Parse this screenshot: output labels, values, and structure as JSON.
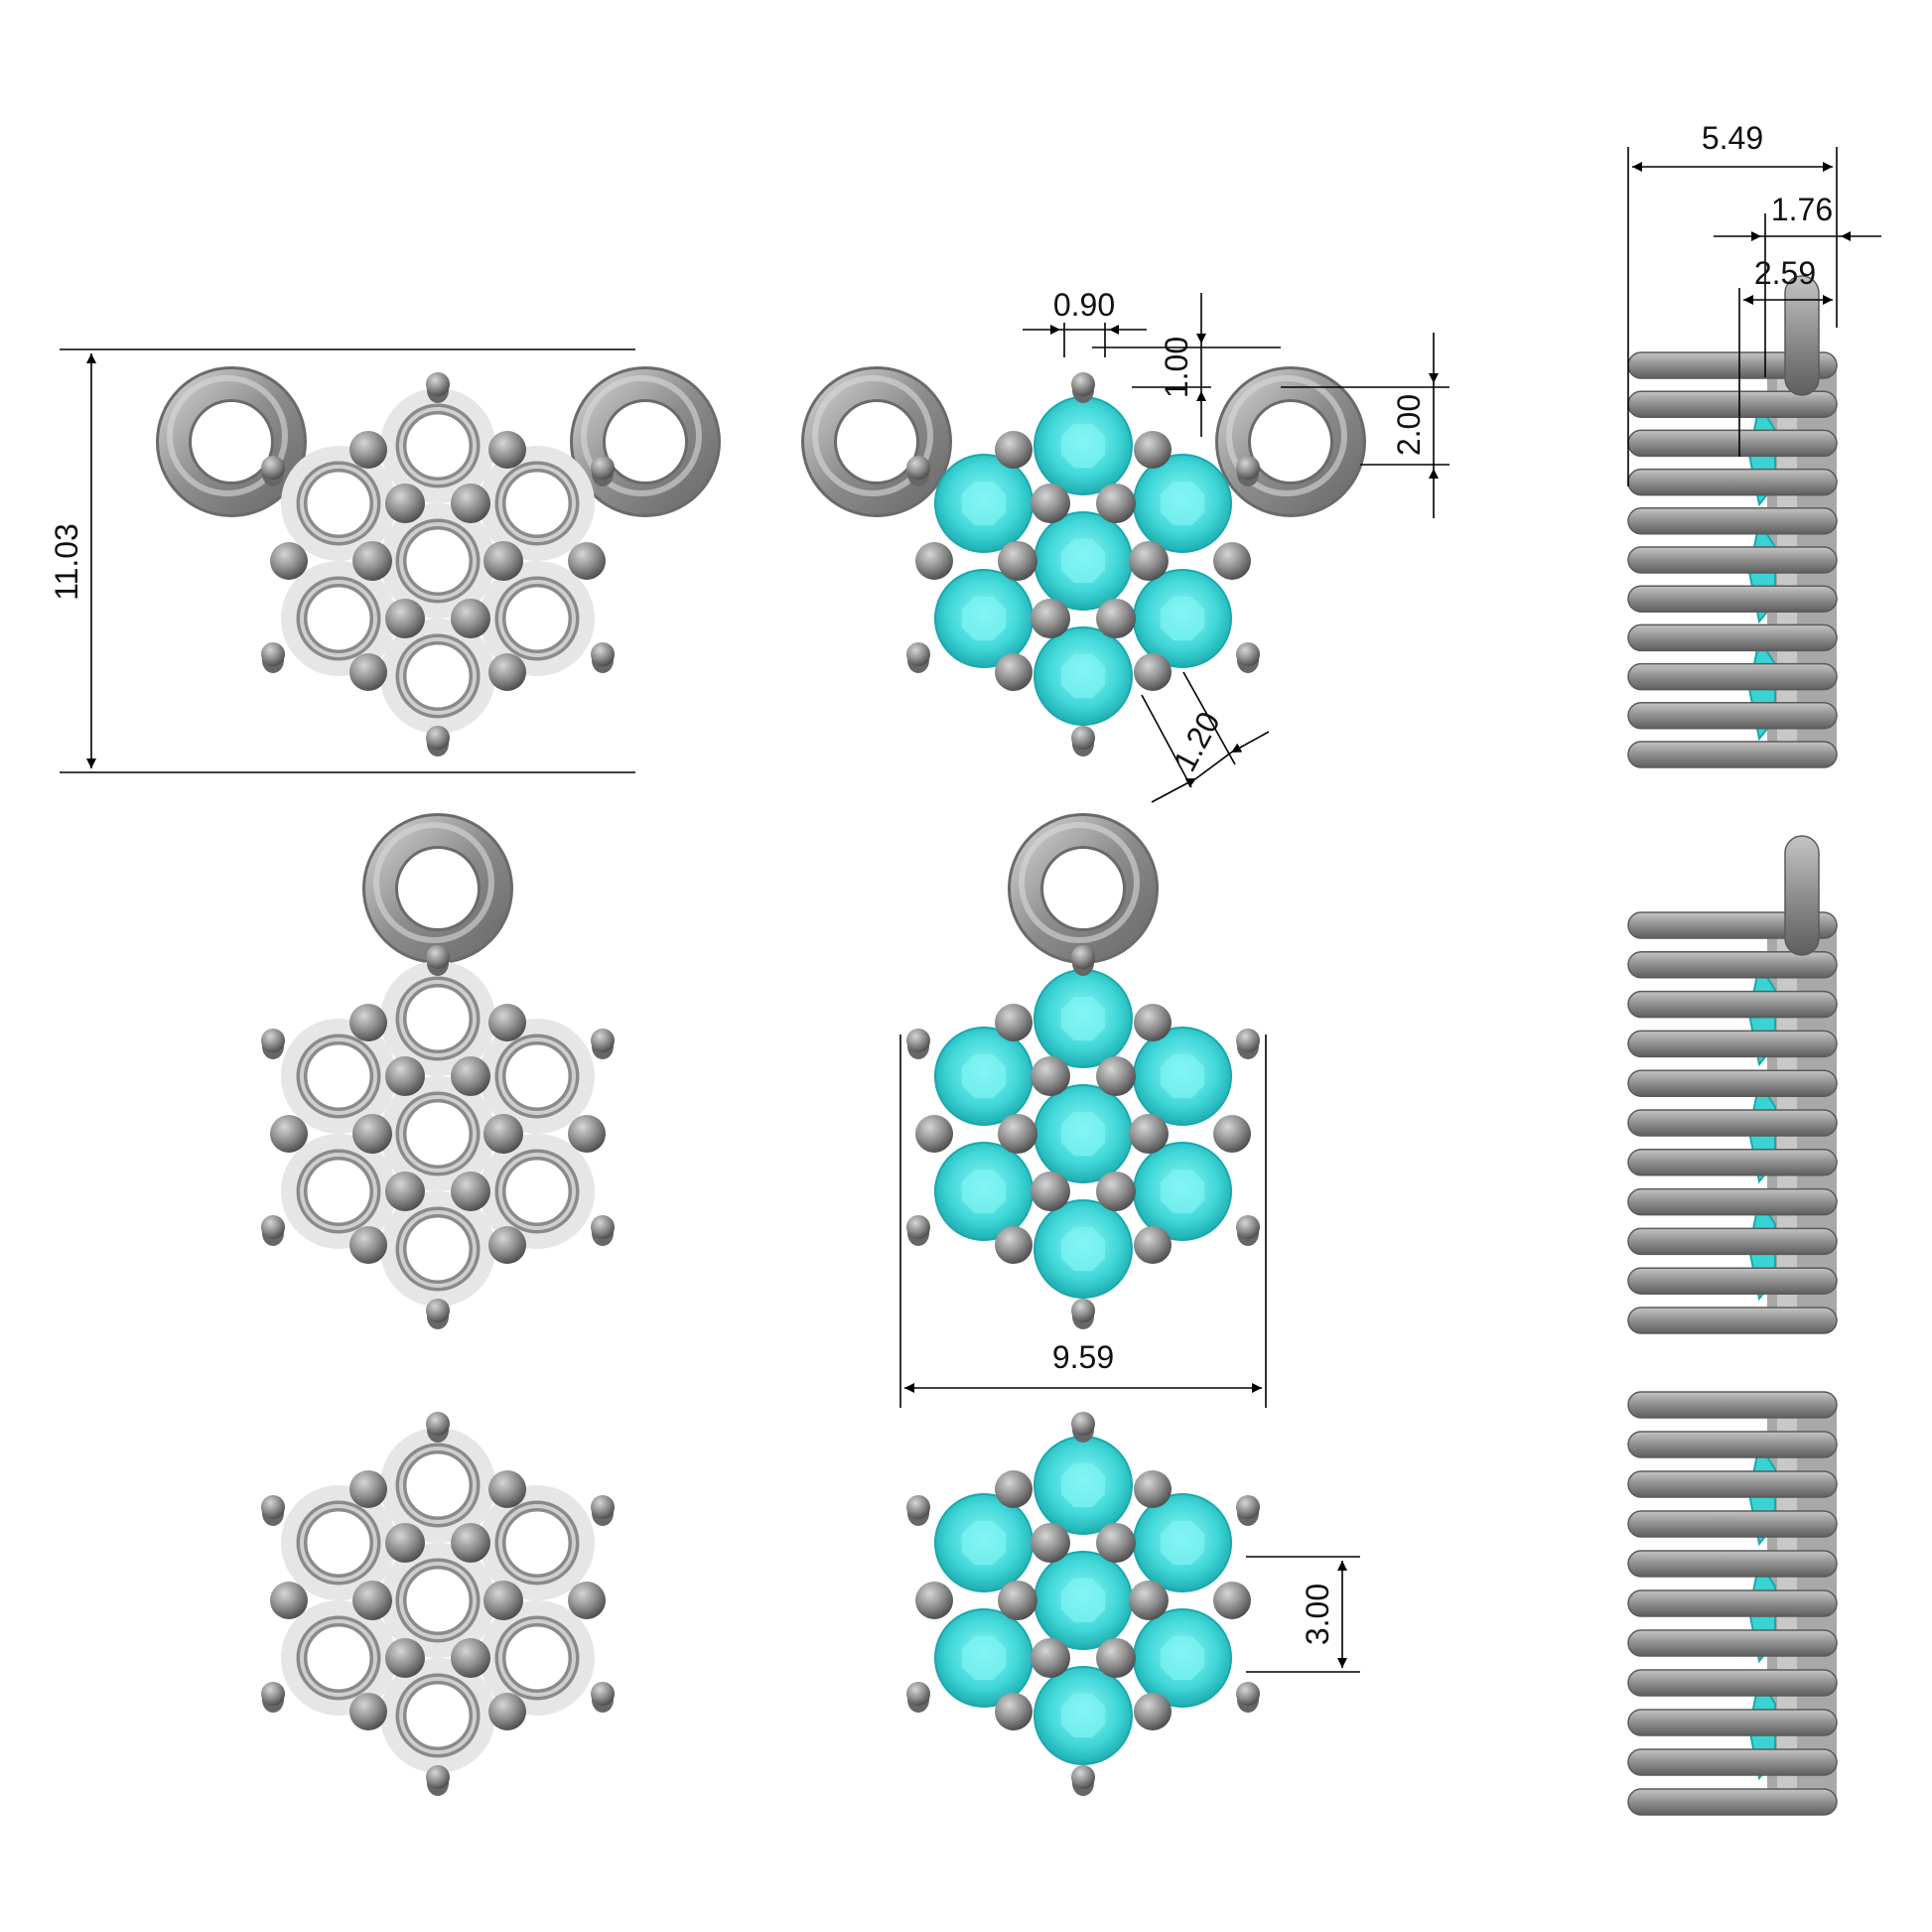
{
  "dimensions": {
    "overall_height": "11.03",
    "prong_width": "0.90",
    "ring_offset": "1.00",
    "ring_height": "2.00",
    "stone_spacing": "1.20",
    "overall_width": "9.59",
    "stone_size": "3.00",
    "side_depth": "5.49",
    "side_back": "1.76",
    "side_stone": "2.59"
  },
  "colors": {
    "metal": "#9a9a9a",
    "metal_dark": "#5f5f5f",
    "plate": "#e6e6e6",
    "stone": "#39d3d3",
    "stone_light": "#6ff0f0",
    "stone_dark": "#17a9ad"
  }
}
